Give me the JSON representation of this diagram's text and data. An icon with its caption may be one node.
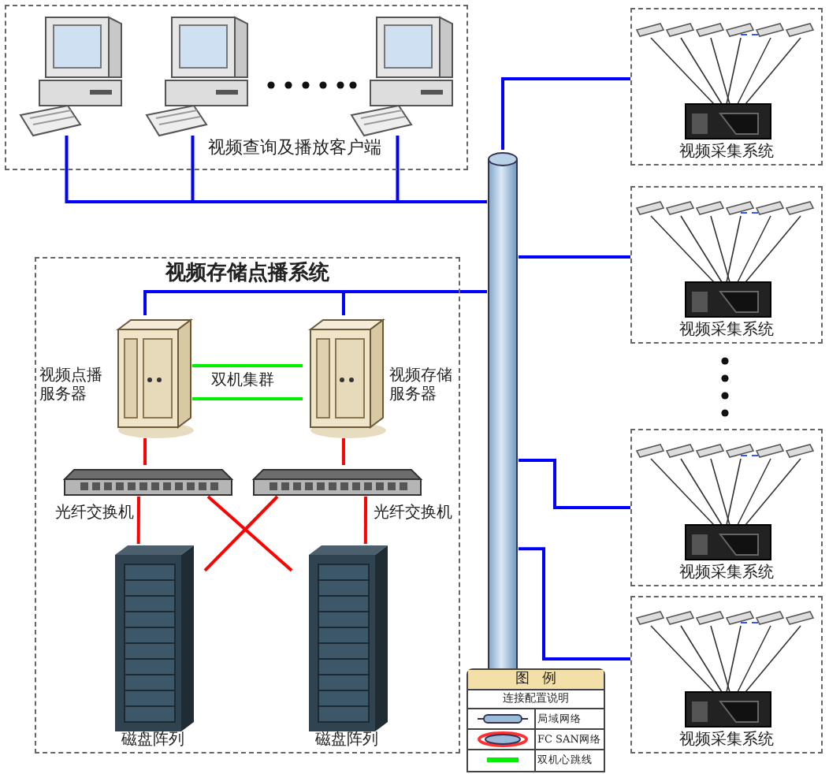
{
  "diagram": {
    "nodes": [
      {
        "text": [
          "视频查询及播放客户端"
        ]
      },
      {
        "text": [],
        "shape": "picture",
        "in": 0
      },
      {
        "text": [],
        "shape": "picture",
        "in": 0
      },
      {
        "text": [],
        "shape": "picture",
        "in": 0
      },
      {
        "text": [
          "视频存储点播系统"
        ]
      },
      {
        "text": [
          "视频点播服务器"
        ],
        "in": 4
      },
      {
        "text": [
          "视频存储服务器"
        ],
        "in": 4
      },
      {
        "text": [
          "光纤交换机"
        ],
        "in": 4
      },
      {
        "text": [
          "光纤交换机"
        ],
        "in": 4
      },
      {
        "text": [
          "磁盘阵列"
        ],
        "in": 4
      },
      {
        "text": [
          "磁盘阵列"
        ],
        "in": 4
      },
      {
        "text": [],
        "shape": "cylinder"
      },
      {
        "text": [
          "视频采集系统"
        ]
      },
      {
        "text": [
          "视频采集系统"
        ]
      },
      {
        "text": [
          "视频采集系统"
        ]
      },
      {
        "text": [
          "视频采集系统"
        ]
      }
    ],
    "edges": [
      {
        "from": 1,
        "to": 11,
        "arrow": "none"
      },
      {
        "from": 2,
        "to": 11,
        "arrow": "none"
      },
      {
        "from": 3,
        "to": 11,
        "arrow": "none"
      },
      {
        "from": 5,
        "to": 11,
        "arrow": "none"
      },
      {
        "from": 6,
        "to": 11,
        "arrow": "none"
      },
      {
        "from": 11,
        "to": 12,
        "arrow": "none"
      },
      {
        "from": 11,
        "to": 13,
        "arrow": "none"
      },
      {
        "from": 11,
        "to": 14,
        "arrow": "none"
      },
      {
        "from": 11,
        "to": 15,
        "arrow": "none"
      },
      {
        "from": 5,
        "to": 6,
        "arrow": "none",
        "color": "#00ee00"
      },
      {
        "from": 5,
        "to": 6,
        "arrow": "none",
        "color": "#00ee00"
      },
      {
        "from": 5,
        "to": 7,
        "arrow": "none",
        "color": "#ff0000"
      },
      {
        "from": 6,
        "to": 8,
        "arrow": "none",
        "color": "#ff0000"
      },
      {
        "from": 7,
        "to": 9,
        "arrow": "none",
        "color": "#ff0000"
      },
      {
        "from": 8,
        "to": 10,
        "arrow": "none",
        "color": "#ff0000"
      },
      {
        "from": 7,
        "to": 10,
        "arrow": "none",
        "color": "#ff0000"
      },
      {
        "from": 8,
        "to": 9,
        "arrow": "none",
        "color": "#ff0000"
      }
    ],
    "labels": [
      "双机集群",
      "图例",
      "连接配置说明"
    ],
    "legend": [
      {
        "text": "局域网络"
      },
      {
        "text": "FC SAN网络"
      },
      {
        "text": "双机心跳线"
      }
    ]
  }
}
